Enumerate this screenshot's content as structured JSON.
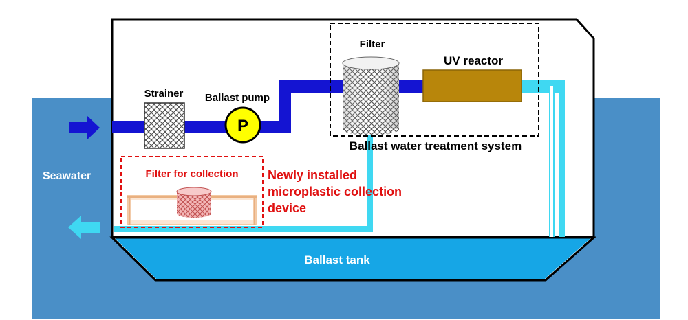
{
  "labels": {
    "seawater": "Seawater",
    "strainer": "Strainer",
    "ballast_pump": "Ballast pump",
    "pump_symbol": "P",
    "filter": "Filter",
    "uv_reactor": "UV reactor",
    "treatment_system": "Ballast water treatment system",
    "filter_for_collection": "Filter for collection",
    "device_line1": "Newly installed",
    "device_line2": "microplastic collection",
    "device_line3": "device",
    "ballast_tank": "Ballast tank"
  },
  "colors": {
    "sea": "#4a8fc7",
    "ship_fill": "#ffffff",
    "pipe_main": "#1414d2",
    "pipe_return": "#3fd8f2",
    "uv_reactor": "#b8860b",
    "pump": "#ffff00",
    "highlight_red": "#e01010",
    "tank_water": "#16a6e6"
  }
}
